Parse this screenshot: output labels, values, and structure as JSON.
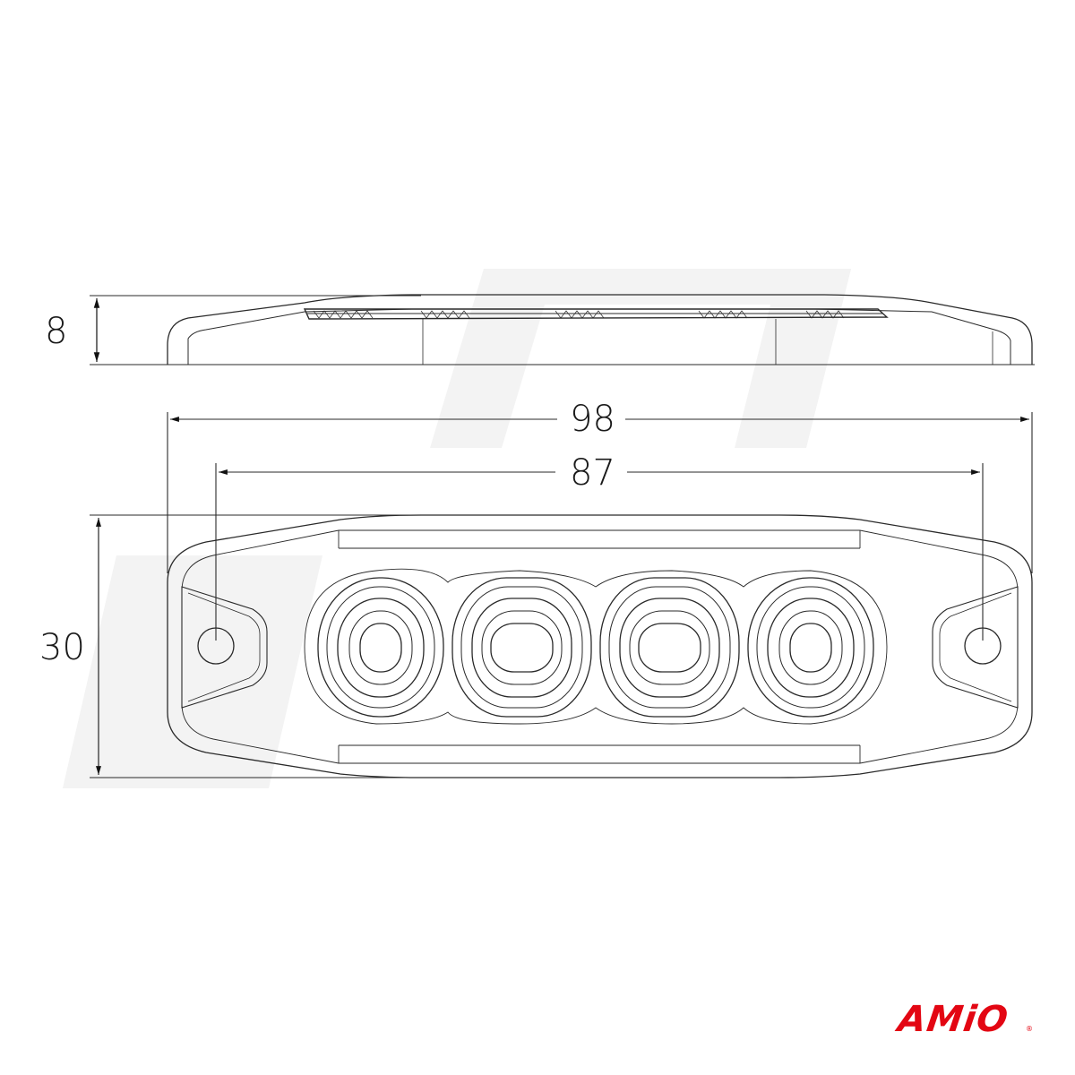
{
  "drawing": {
    "type": "technical-dimension-drawing",
    "subject": "4-LED slim warning lamp",
    "views": [
      "side",
      "top"
    ],
    "units": "mm"
  },
  "dimensions": {
    "height": "8",
    "overall_length": "98",
    "mounting_hole_spacing": "87",
    "width": "30"
  },
  "led_count": 4,
  "mounting_holes": 2,
  "brand": {
    "logo_text": "AMiO",
    "registered_mark": "®",
    "color": "#e30613"
  },
  "colors": {
    "line": "#2a2a2a",
    "watermark": "#f2f2f2",
    "background": "#ffffff"
  }
}
